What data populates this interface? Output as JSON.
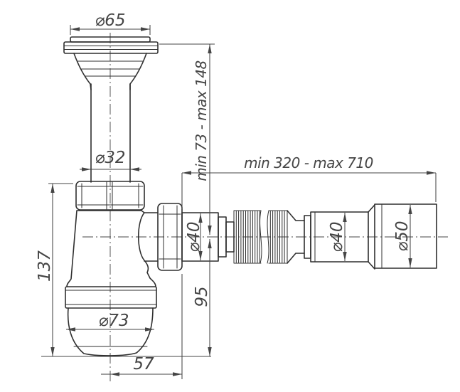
{
  "labels": {
    "flange_dia": "⌀65",
    "tube_dia": "⌀32",
    "height_range": "min 73 - max 148",
    "length_range": "min 320 - max 710",
    "hose_inlet_dia": "⌀40",
    "hose_outlet_dia": "⌀40",
    "fitting_dia": "⌀50",
    "overall_height": "137",
    "axis_to_bottom": "95",
    "cup_dia": "⌀73",
    "center_to_outlet": "57"
  },
  "colors": {
    "line": "#2f2f2f",
    "dimension": "#454545",
    "background": "#ffffff"
  }
}
